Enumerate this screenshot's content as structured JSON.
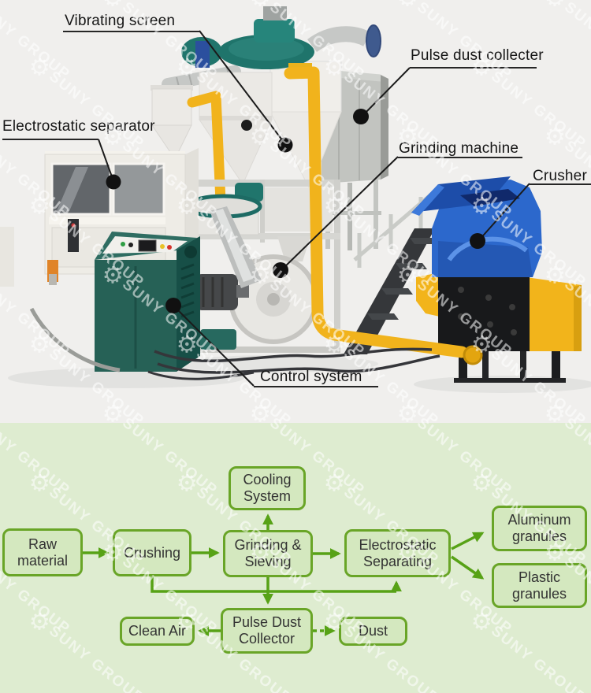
{
  "watermark": {
    "text": "SUNY GROUP"
  },
  "photo_section": {
    "labels": {
      "vibrating_screen": "Vibrating screen",
      "pulse_dust_collecter": "Pulse dust collecter",
      "electrostatic_separator": "Electrostatic separator",
      "grinding_machine": "Grinding machine",
      "crusher": "Crusher",
      "control_system": "Control system"
    }
  },
  "flowchart": {
    "colors": {
      "background": "#deecd0",
      "box_fill": "#d4e8bf",
      "box_border": "#69a527",
      "arrow": "#57a216",
      "text": "#333333"
    },
    "nodes": {
      "cooling_system": {
        "line1": "Cooling",
        "line2": "System"
      },
      "raw_material": {
        "line1": "Raw",
        "line2": "material"
      },
      "crushing": {
        "line1": "Crushing"
      },
      "grinding_sieving": {
        "line1": "Grinding &",
        "line2": "Sieving"
      },
      "electrostatic_separating": {
        "line1": "Electrostatic",
        "line2": "Separating"
      },
      "aluminum_granules": {
        "line1": "Aluminum",
        "line2": "granules"
      },
      "plastic_granules": {
        "line1": "Plastic",
        "line2": "granules"
      },
      "pulse_dust_collector": {
        "line1": "Pulse Dust",
        "line2": "Collector"
      },
      "clean_air": {
        "line1": "Clean Air"
      },
      "dust": {
        "line1": "Dust"
      }
    },
    "edges": [
      {
        "from": "raw_material",
        "to": "crushing",
        "style": "solid"
      },
      {
        "from": "crushing",
        "to": "grinding_sieving",
        "style": "solid"
      },
      {
        "from": "grinding_sieving",
        "to": "cooling_system",
        "style": "solid"
      },
      {
        "from": "grinding_sieving",
        "to": "electrostatic_separating",
        "style": "solid"
      },
      {
        "from": "electrostatic_separating",
        "to": "aluminum_granules",
        "style": "solid"
      },
      {
        "from": "electrostatic_separating",
        "to": "plastic_granules",
        "style": "solid"
      },
      {
        "from": "crushing",
        "to": "pulse_dust_collector",
        "style": "solid"
      },
      {
        "from": "grinding_sieving",
        "to": "pulse_dust_collector",
        "style": "solid"
      },
      {
        "from": "pulse_dust_collector",
        "to": "electrostatic_separating",
        "style": "solid"
      },
      {
        "from": "pulse_dust_collector",
        "to": "clean_air",
        "style": "solid"
      },
      {
        "from": "pulse_dust_collector",
        "to": "dust",
        "style": "dashed"
      }
    ]
  }
}
